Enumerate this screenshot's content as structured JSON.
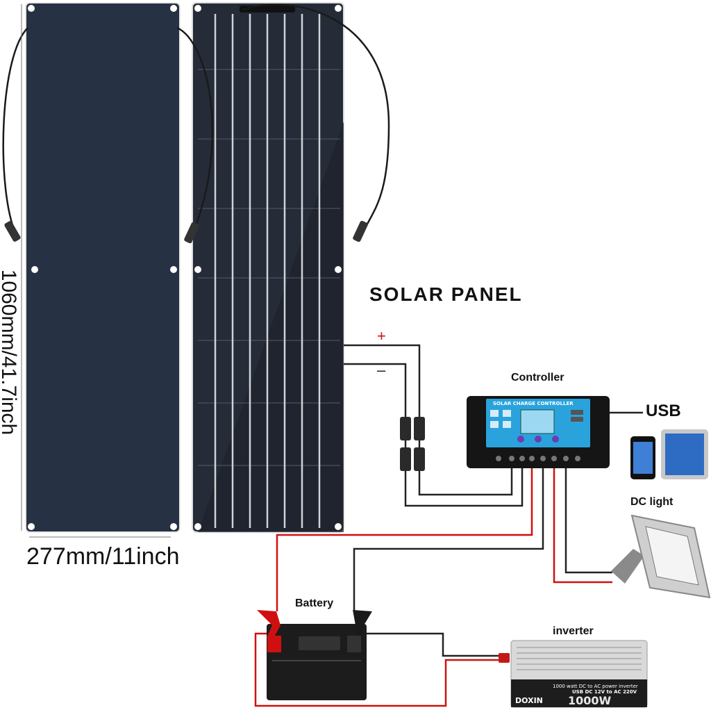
{
  "title": "SOLAR PANEL",
  "labels": {
    "controller": "Controller",
    "usb": "USB",
    "dc_light": "DC light",
    "battery": "Battery",
    "inverter": "inverter",
    "positive": "+",
    "negative": "–"
  },
  "dimensions": {
    "width": "277mm/11inch",
    "height": "1060mm/41.7inch"
  },
  "controller_panel": {
    "header": "SOLAR CHARGE CONTROLLER"
  },
  "inverter_panel": {
    "brand": "DOXIN",
    "power": "1000W",
    "line1": "1000 watt DC to AC power inverter",
    "line2": "USB DC 12V to AC 220V"
  },
  "colors": {
    "panel": "#253041",
    "positive_wire": "#d01010",
    "negative_wire": "#222222",
    "controller_blue": "#2aa3dd"
  }
}
